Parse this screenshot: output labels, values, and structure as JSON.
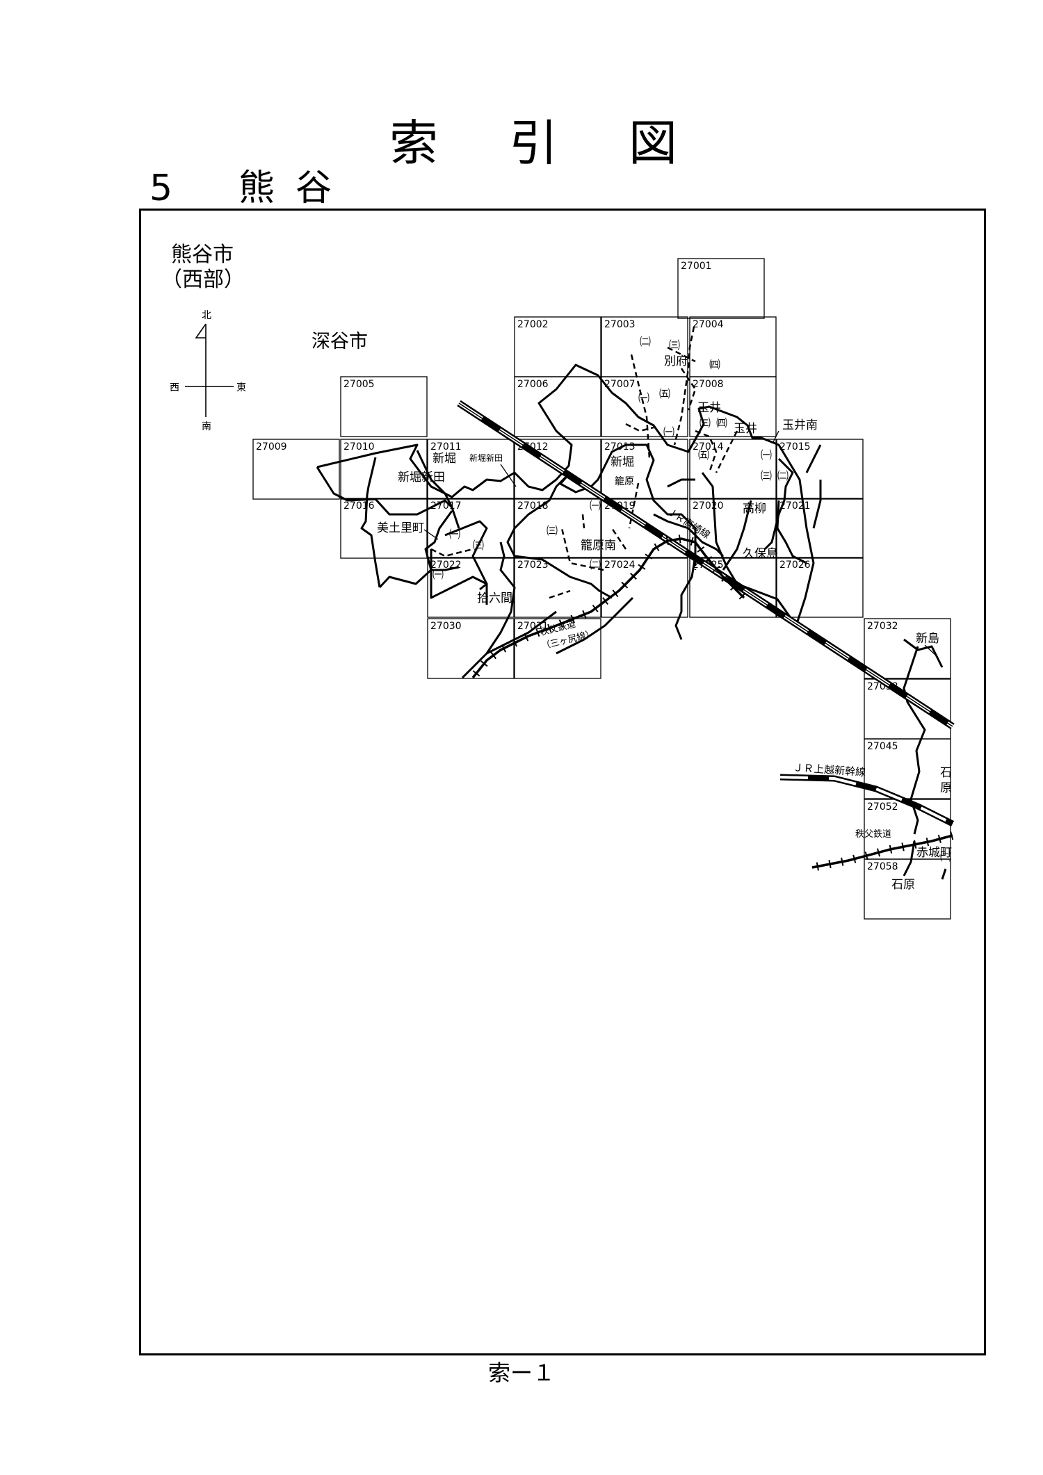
{
  "title": [
    "索",
    "引",
    "図"
  ],
  "section": {
    "number": "5",
    "name": [
      "熊",
      "谷"
    ]
  },
  "page_number": "索ー１",
  "map": {
    "city_label_line1": "熊谷市",
    "city_label_line2": "（西部）",
    "neighbor_city": "深谷市",
    "compass": {
      "north": "北",
      "south": "南",
      "east": "東",
      "west": "西"
    },
    "sheets": [
      "27001",
      "27002",
      "27003",
      "27004",
      "27005",
      "27006",
      "27007",
      "27008",
      "27009",
      "27010",
      "27011",
      "27012",
      "27013",
      "27014",
      "27015",
      "27016",
      "27017",
      "27018",
      "27019",
      "27020",
      "27021",
      "27022",
      "27023",
      "27024",
      "27025",
      "27026",
      "27030",
      "27031",
      "27032",
      "27038",
      "27045",
      "27052",
      "27058"
    ],
    "places": [
      "別府",
      "玉井",
      "玉井",
      "玉井南",
      "新堀",
      "新堀新田",
      "新堀新田",
      "新堀",
      "籠原",
      "籠原南",
      "高柳",
      "久保島",
      "美土里町",
      "拾六間",
      "新島",
      "石原",
      "赤城町",
      "石原"
    ],
    "sub_areas": [
      "㈡",
      "㈢",
      "㈣",
      "㈠",
      "㈤",
      "㈠",
      "㈢",
      "㈣",
      "㈤",
      "㈠",
      "㈡",
      "㈢",
      "㈠",
      "㈢",
      "㈠",
      "㈢",
      "㈡",
      "㈠",
      "㈡"
    ],
    "railways": [
      "ＪＲ高崎線",
      "ＪＲ上越新幹線",
      "秩父鉄道",
      "（三ヶ尻線）",
      "秩父鉄道"
    ],
    "colors": {
      "ink": "#000000",
      "paper": "#ffffff"
    }
  }
}
